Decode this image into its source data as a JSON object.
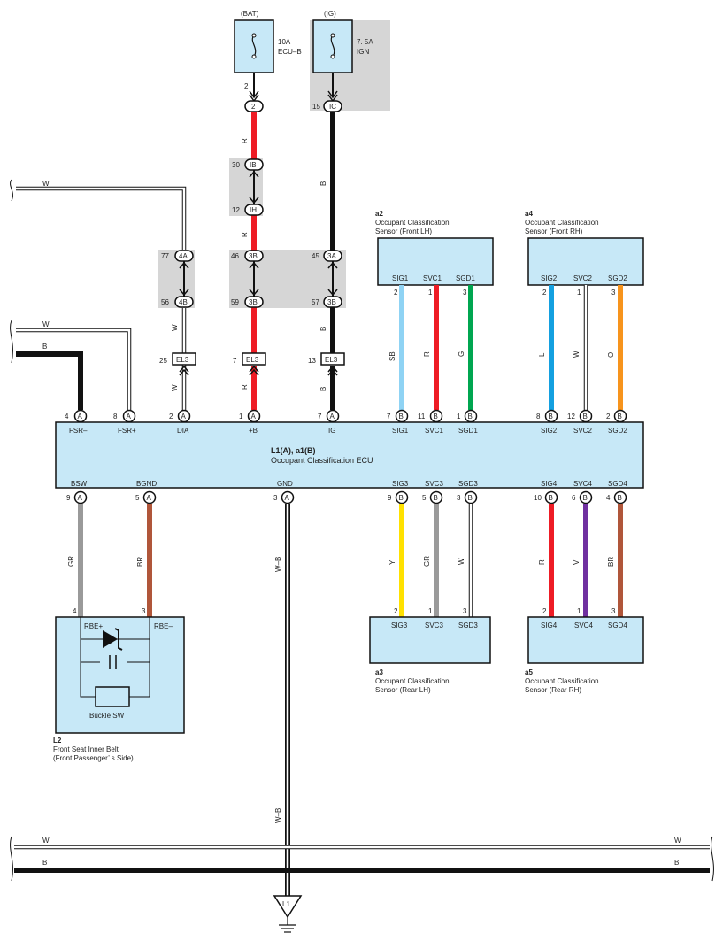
{
  "colors": {
    "red": "#ee1c25",
    "black": "#111111",
    "sky_blue": "#8fd3f4",
    "blue": "#14a0e0",
    "green": "#00a650",
    "orange": "#f7941d",
    "gray": "#9a9a9a",
    "brown": "#b0563a",
    "yellow": "#ffe100",
    "violet": "#7030a0",
    "box_fill": "#c7e8f7",
    "shade": "#d6d6d6"
  },
  "supply": {
    "bat": {
      "label": "(BAT)",
      "rating": "10A",
      "name": "ECU–B",
      "pin": "2",
      "conn": "2"
    },
    "ig": {
      "label": "(IG)",
      "rating": "7. 5A",
      "name": "IGN",
      "pin": "15",
      "conn": "IC"
    }
  },
  "junctions": {
    "ib": {
      "pin": "30",
      "conn": "IB"
    },
    "ih": {
      "pin": "12",
      "conn": "IH"
    },
    "j4a": {
      "pin": "77",
      "conn": "4A"
    },
    "j4b": {
      "pin": "56",
      "conn": "4B"
    },
    "j3b_top": {
      "pin": "46",
      "conn": "3B"
    },
    "j3b_bot": {
      "pin": "59",
      "conn": "3B"
    },
    "j3a": {
      "pin": "45",
      "conn": "3A"
    },
    "j3b_bot2": {
      "pin": "57",
      "conn": "3B"
    },
    "el3_a": {
      "pin": "25",
      "conn": "EL3"
    },
    "el3_b": {
      "pin": "7",
      "conn": "EL3"
    },
    "el3_c": {
      "pin": "13",
      "conn": "EL3"
    }
  },
  "wire_colors": {
    "bat_r1": "R",
    "bat_r2": "R",
    "bat_r3": "R",
    "ig_b1": "B",
    "ig_b2": "B",
    "ig_b3": "B",
    "dia_w1": "W",
    "dia_w2": "W",
    "bsw": "GR",
    "bgnd": "BR",
    "gnd1": "W–B",
    "gnd2": "W–B",
    "a2_sig": "SB",
    "a2_svc": "R",
    "a2_sgd": "G",
    "a4_sig": "L",
    "a4_svc": "W",
    "a4_sgd": "O",
    "a3_sig": "Y",
    "a3_svc": "GR",
    "a3_sgd": "W",
    "a5_sig": "R",
    "a5_svc": "V",
    "a5_sgd": "BR"
  },
  "buses": {
    "top_w": "W",
    "mid_w": "W",
    "mid_b": "B",
    "bottom_w": "W",
    "bottom_b": "B",
    "bottom_w_right": "W",
    "bottom_b_right": "B"
  },
  "ecu": {
    "code": "L1(A), a1(B)",
    "name": "Occupant Classification ECU",
    "top_terminals": [
      {
        "name": "FSR–",
        "pin": "4",
        "conn": "A"
      },
      {
        "name": "FSR+",
        "pin": "8",
        "conn": "A"
      },
      {
        "name": "DIA",
        "pin": "2",
        "conn": "A"
      },
      {
        "name": "+B",
        "pin": "1",
        "conn": "A"
      },
      {
        "name": "IG",
        "pin": "7",
        "conn": "A"
      },
      {
        "name": "SIG1",
        "pin": "7",
        "conn": "B"
      },
      {
        "name": "SVC1",
        "pin": "11",
        "conn": "B"
      },
      {
        "name": "SGD1",
        "pin": "1",
        "conn": "B"
      },
      {
        "name": "SIG2",
        "pin": "8",
        "conn": "B"
      },
      {
        "name": "SVC2",
        "pin": "12",
        "conn": "B"
      },
      {
        "name": "SGD2",
        "pin": "2",
        "conn": "B"
      }
    ],
    "bottom_terminals": [
      {
        "name": "BSW",
        "pin": "9",
        "conn": "A"
      },
      {
        "name": "BGND",
        "pin": "5",
        "conn": "A"
      },
      {
        "name": "GND",
        "pin": "3",
        "conn": "A"
      },
      {
        "name": "SIG3",
        "pin": "9",
        "conn": "B"
      },
      {
        "name": "SVC3",
        "pin": "5",
        "conn": "B"
      },
      {
        "name": "SGD3",
        "pin": "3",
        "conn": "B"
      },
      {
        "name": "SIG4",
        "pin": "10",
        "conn": "B"
      },
      {
        "name": "SVC4",
        "pin": "6",
        "conn": "B"
      },
      {
        "name": "SGD4",
        "pin": "4",
        "conn": "B"
      }
    ]
  },
  "sensors": {
    "a2": {
      "code": "a2",
      "line1": "Occupant Classification",
      "line2": "Sensor (Front LH)",
      "terms": [
        "SIG1",
        "SVC1",
        "SGD1"
      ],
      "pins": [
        "2",
        "1",
        "3"
      ]
    },
    "a4": {
      "code": "a4",
      "line1": "Occupant Classification",
      "line2": "Sensor (Front RH)",
      "terms": [
        "SIG2",
        "SVC2",
        "SGD2"
      ],
      "pins": [
        "2",
        "1",
        "3"
      ]
    },
    "a3": {
      "code": "a3",
      "line1": "Occupant Classification",
      "line2": "Sensor (Rear LH)",
      "terms": [
        "SIG3",
        "SVC3",
        "SGD3"
      ],
      "pins": [
        "2",
        "1",
        "3"
      ]
    },
    "a5": {
      "code": "a5",
      "line1": "Occupant Classification",
      "line2": "Sensor (Rear RH)",
      "terms": [
        "SIG4",
        "SVC4",
        "SGD4"
      ],
      "pins": [
        "2",
        "1",
        "3"
      ]
    }
  },
  "belt": {
    "code": "L2",
    "line1": "Front Seat Inner Belt",
    "line2": "(Front Passenger’ s Side)",
    "rbe_plus": "RBE+",
    "rbe_minus": "RBE–",
    "pin_plus": "4",
    "pin_minus": "3",
    "switch": "Buckle SW"
  },
  "ground": {
    "label": "L1"
  }
}
